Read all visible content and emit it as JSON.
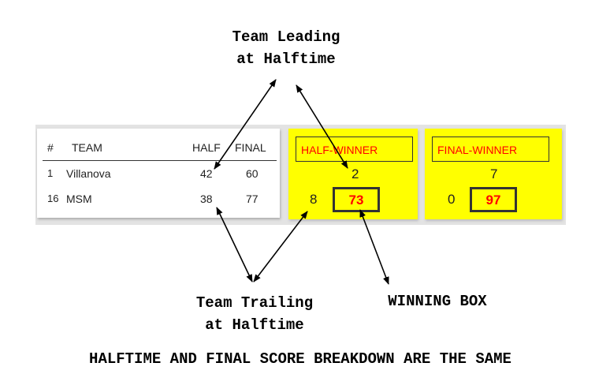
{
  "annotations": {
    "leading_line1": "Team Leading",
    "leading_line2": "at Halftime",
    "trailing_line1": "Team Trailing",
    "trailing_line2": "at Halftime",
    "winning_box": "WINNING BOX",
    "footer": "HALFTIME AND FINAL SCORE BREAKDOWN ARE THE SAME"
  },
  "table": {
    "headers": {
      "rank": "#",
      "team": "TEAM",
      "half": "HALF",
      "final": "FINAL"
    },
    "rows": [
      {
        "rank": "1",
        "team": "Villanova",
        "half": "42",
        "final": "60"
      },
      {
        "rank": "16",
        "team": "MSM",
        "half": "38",
        "final": "77"
      }
    ]
  },
  "half_box": {
    "label": "HALF-WINNER",
    "top_digit": "2",
    "left_digit": "8",
    "winning": "73"
  },
  "final_box": {
    "label": "FINAL-WINNER",
    "top_digit": "7",
    "left_digit": "0",
    "winning": "97"
  }
}
